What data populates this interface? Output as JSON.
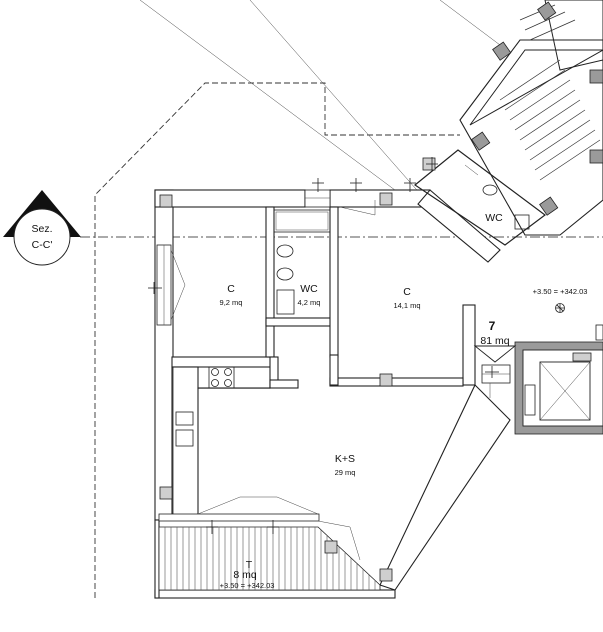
{
  "section_marker": {
    "line1": "Sez.",
    "line2": "C-C'"
  },
  "rooms": [
    {
      "id": "bedroom-small",
      "name": "C",
      "area": "9,2 mq"
    },
    {
      "id": "bathroom",
      "name": "WC",
      "area": "4,2 mq"
    },
    {
      "id": "bedroom-large",
      "name": "C",
      "area": "14,1 mq"
    },
    {
      "id": "kitchen-living",
      "name": "K+S",
      "area": "29 mq"
    },
    {
      "id": "terrace",
      "name": "T",
      "area": "8 mq",
      "elevation": "+3.50 = +342.03"
    }
  ],
  "common_wc": {
    "name": "WC"
  },
  "landing": {
    "elevation": "+3.50 = +342.03"
  },
  "unit": {
    "number": "7",
    "area": "81 mq"
  }
}
